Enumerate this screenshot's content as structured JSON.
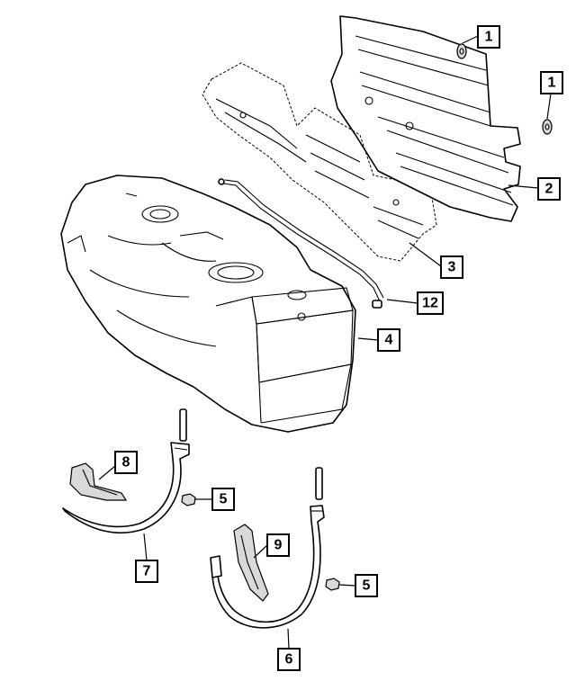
{
  "callouts": {
    "c1a": "1",
    "c1b": "1",
    "c2": "2",
    "c3": "3",
    "c4": "4",
    "c12": "12",
    "c5a": "5",
    "c5b": "5",
    "c6": "6",
    "c7": "7",
    "c8": "8",
    "c9": "9"
  },
  "colors": {
    "line": "#000000",
    "background": "#ffffff",
    "shade": "#d9d9d9"
  }
}
